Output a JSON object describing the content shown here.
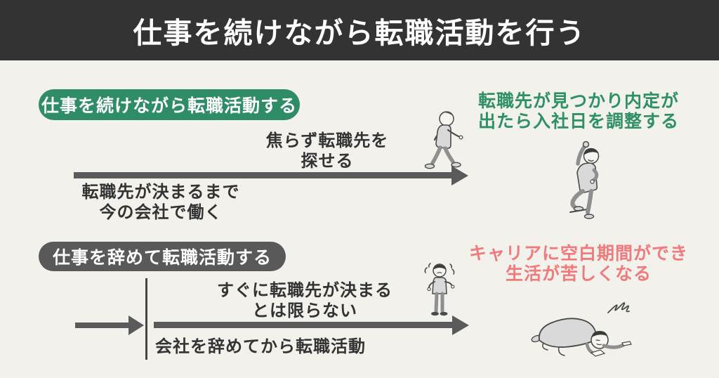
{
  "title_bar": {
    "title": "仕事を続けながら転職活動を行う"
  },
  "colors": {
    "background": "#f2f1ec",
    "title_bar_bg": "#333333",
    "positive_green": "#2e8c66",
    "neutral_gray": "#595959",
    "negative_red": "#f17a7c",
    "arrow_gray": "#5a5a5a",
    "text_dark": "#333333"
  },
  "sections": {
    "keep_working": {
      "badge_label": "仕事を続けながら転職活動する",
      "timeline_note": {
        "line1": "焦らず転職先を",
        "line2": "探せる"
      },
      "period_label": {
        "line1": "転職先が決まるまで",
        "line2": "今の会社で働く"
      },
      "outcome": {
        "line1": "転職先が見つかり内定が",
        "line2": "出たら入社日を調整する"
      },
      "illustrations": {
        "on_arrow": "walking-businessman-icon",
        "result": "celebrating-businessman-icon"
      }
    },
    "quit_first": {
      "badge_label": "仕事を辞めて転職活動する",
      "timeline_note": {
        "line1": "すぐに転職先が決まる",
        "line2": "とは限らない"
      },
      "period_label": "会社を辞めてから転職活動",
      "outcome": {
        "line1": "キャリアに空白期間ができ",
        "line2": "生活が苦しくなる"
      },
      "illustrations": {
        "on_arrow": "worried-businessman-icon",
        "result": "collapsed-businessman-icon"
      }
    }
  }
}
